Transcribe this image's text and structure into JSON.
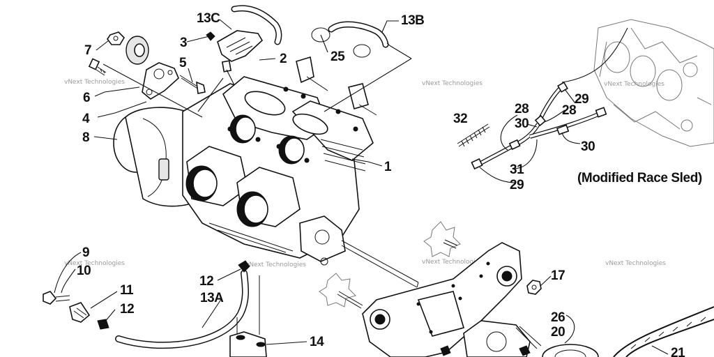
{
  "labels": {
    "l1": "1",
    "l2": "2",
    "l3": "3",
    "l4": "4",
    "l5": "5",
    "l6": "6",
    "l7": "7",
    "l8": "8",
    "l9": "9",
    "l10": "10",
    "l11": "11",
    "l12a": "12",
    "l12b": "12",
    "l13a": "13A",
    "l13b": "13B",
    "l13c": "13C",
    "l14": "14",
    "l17": "17",
    "l20": "20",
    "l21": "21",
    "l25": "25",
    "l26": "26",
    "l28a": "28",
    "l28b": "28",
    "l29a": "29",
    "l29b": "29",
    "l30a": "30",
    "l30b": "30",
    "l31": "31",
    "l32": "32"
  },
  "note": "(Modified Race Sled)",
  "watermark": "vNext Technologies"
}
